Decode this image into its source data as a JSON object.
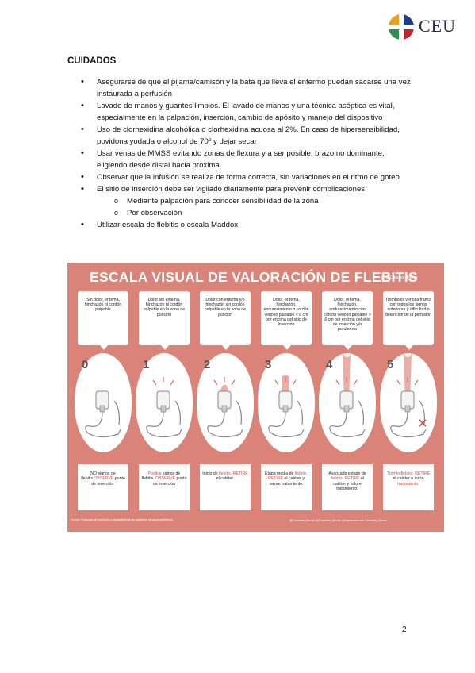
{
  "logo": {
    "text": "CEU"
  },
  "section_title": "CUIDADOS",
  "care_items": [
    "Asegurarse de que el pijama/camisón y la bata que lleva el enfermo puedan sacarse una vez instaurada a perfusión",
    "Lavado de manos y guantes limpios. El lavado de manos y una técnica aséptica es vital, especialmente en la palpación, inserción, cambio de apósito y manejo del dispositivo",
    "Uso de clorhexidina alcohólica o clorhexidina acuosa al 2%. En caso de hipersensibilidad, povidona yodada o alcohol de 70º y dejar secar",
    "Usar venas de MMSS evitando zonas de flexura y a ser posible, brazo no dominante, eligiendo desde distal hacia proximal",
    "Observar que la infusión se realiza de forma correcta, sin variaciones en el ritmo de goteo",
    "El sitio de inserción debe ser vigilado diariamente para prevenir complicaciones",
    "Utilizar escala de flebitis o escala Maddox"
  ],
  "sub_items": [
    "Mediante palpación para conocer sensibilidad de la zona",
    "Por observación"
  ],
  "poster": {
    "title": "ESCALA VISUAL DE VALORACIÓN DE FLEBITIS",
    "by": "by @Creative_Nurse",
    "stages": [
      {
        "num": "0",
        "desc": "Sin dolor, eritema, hinchazón ni cordón palpable",
        "result": [
          "NO signos de flebitis.",
          "OBSERVE",
          " punto de inserción."
        ]
      },
      {
        "num": "1",
        "desc": "Dolor sin eritema, hinchazón ni cordón palpable en la zona de punción",
        "result": [
          "Posible",
          " signos de flebitis. ",
          "OBSERVE",
          " punto de inserción"
        ]
      },
      {
        "num": "2",
        "desc": "Dolor con eritema y/o hinchazón sin cordón palpable en la zona de punción",
        "result": [
          "Inicio de ",
          "flebitis.",
          " ",
          "RETIRE",
          " el catéter."
        ]
      },
      {
        "num": "3",
        "desc": "Dolor, eritema, hinchazón, endurecimiento o cordón venoso palpable < 6 cm por encima del sitio de inserción",
        "result": [
          "Etapa media de ",
          "flebitis.",
          " ",
          "RETIRE",
          " el catéter y valore tratamiento."
        ]
      },
      {
        "num": "4",
        "desc": "Dolor, eritema, hinchazón, endurecimiento con cordón venoso palpable > 6 cm por encima del sitio de inserción y/o purulencia",
        "result": [
          "Avanzado estado de ",
          "flebitis.",
          " ",
          "RETIRE",
          " el catéter y valore tratamiento."
        ]
      },
      {
        "num": "5",
        "desc": "Trombosis venosa franca con todos los signos anteriores y dificultad o detención de la perfusión",
        "result": [
          "Tromboflebitis.",
          " ",
          "RETIRE",
          " el catéter e inicie ",
          "tratamiento."
        ]
      }
    ],
    "footer": "Fuente: Protocolo de inserción y mantenimiento de catéteres venosos periféricos",
    "social": "@Creative_Nurse   @Creative_Nurse   @creativenurse   Creative_Nurse"
  },
  "page_number": "2"
}
